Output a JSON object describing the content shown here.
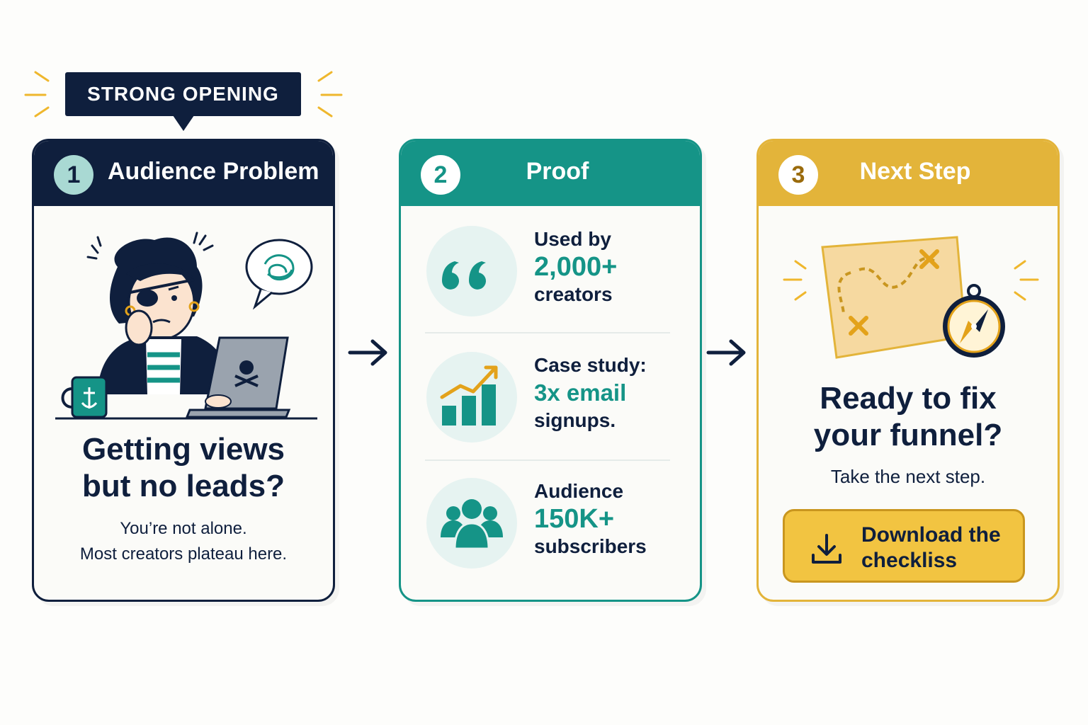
{
  "badge": {
    "label": "STRONG OPENING"
  },
  "cards": [
    {
      "number": "1",
      "title": "Audience Problem",
      "headline_line1": "Getting views",
      "headline_line2": "but no leads?",
      "sub_line1": "You’re not alone.",
      "sub_line2": "Most creators plateau here."
    },
    {
      "number": "2",
      "title": "Proof",
      "items": [
        {
          "icon": "quote-icon",
          "top": "Used by",
          "highlight": "2,000+",
          "bottom": "creators"
        },
        {
          "icon": "growth-chart-icon",
          "top": "Case study:",
          "highlight": "3x email",
          "bottom": "signups."
        },
        {
          "icon": "audience-icon",
          "top": "Audience",
          "highlight": "150K+",
          "bottom": "subscribers"
        }
      ]
    },
    {
      "number": "3",
      "title": "Next Step",
      "headline_line1": "Ready to fix",
      "headline_line2": "your funnel?",
      "sub_line1": "Take the next step.",
      "cta_label": "Download the checkliss"
    }
  ],
  "colors": {
    "navy": "#0f1f3d",
    "teal": "#159487",
    "gold": "#e3b43a"
  }
}
